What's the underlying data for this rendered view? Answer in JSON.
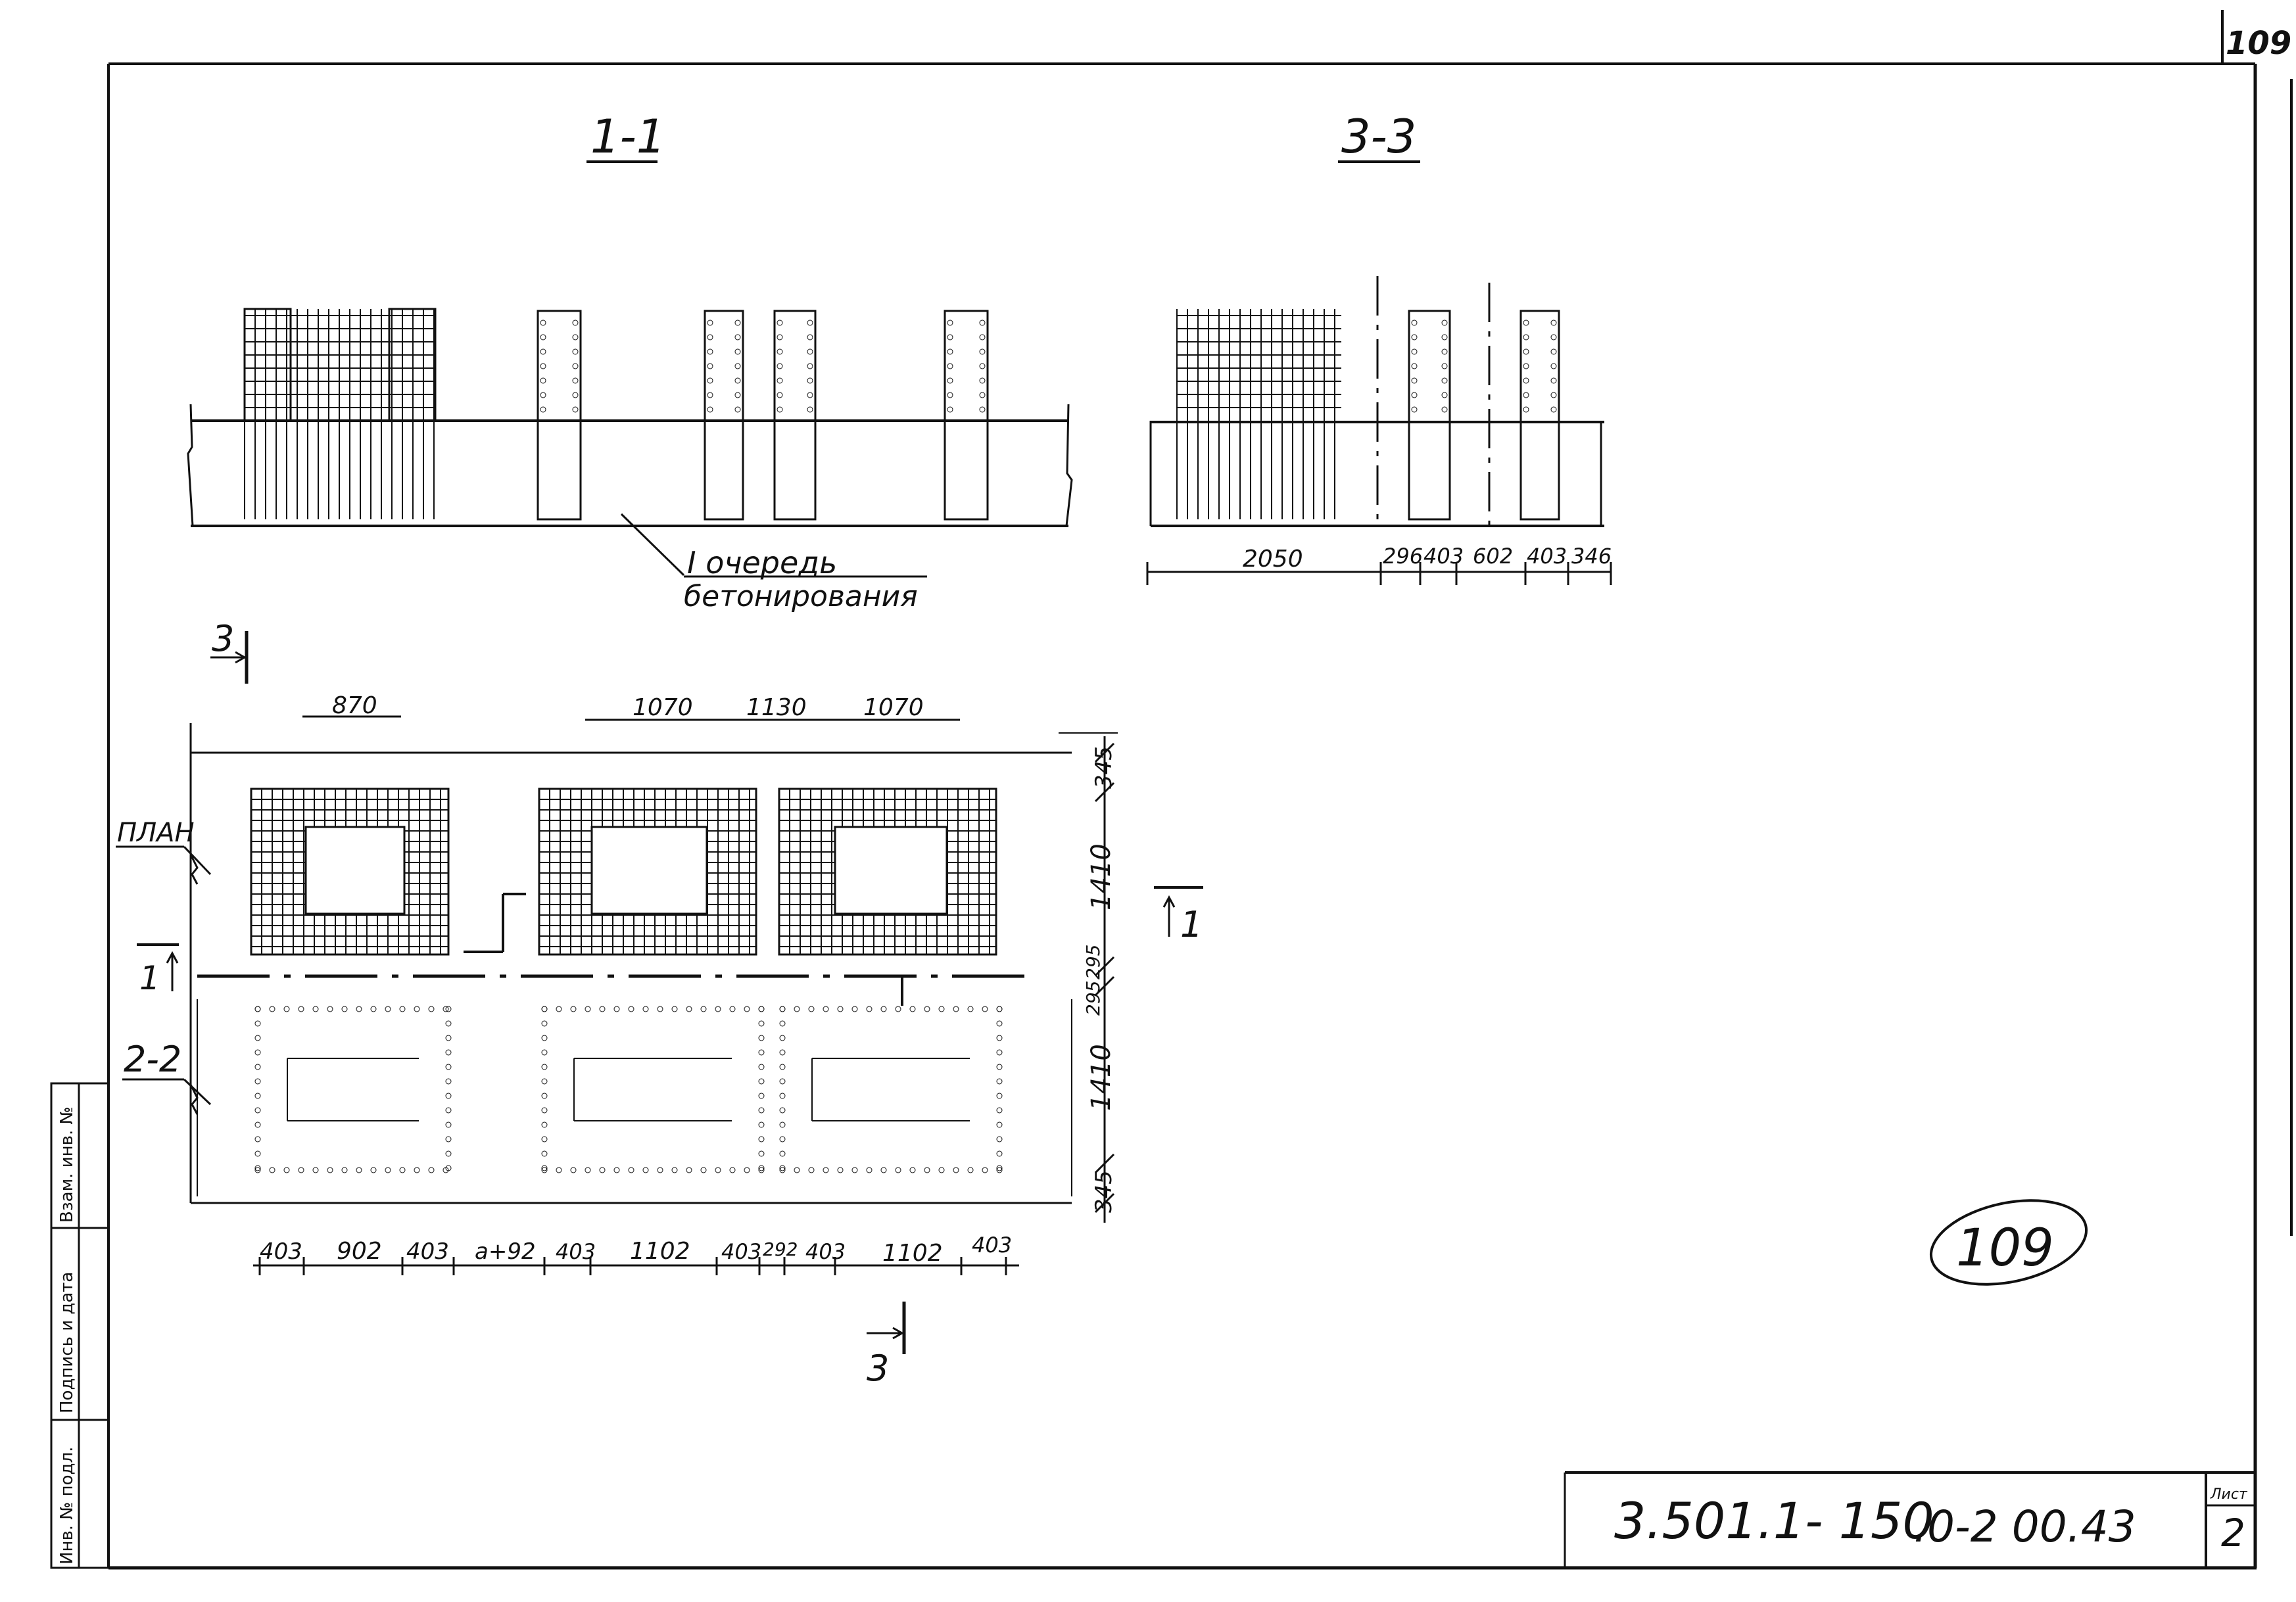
{
  "page_number": "109",
  "sections": {
    "s11": "1-1",
    "s33": "3-3",
    "s22": "2-2",
    "plan": "ПЛАН",
    "cut1_left": "1",
    "cut1_right": "1",
    "cut3_top": "3",
    "cut3_bottom": "3"
  },
  "note": {
    "line1": "I очередь",
    "line2": "бетонирования"
  },
  "dims_33": [
    "2050",
    "296",
    "403",
    "602",
    "403",
    "346"
  ],
  "dims_plan_top": [
    "870",
    "1070",
    "1130",
    "1070"
  ],
  "dims_plan_right": [
    "345",
    "1410",
    "295",
    "295",
    "1410",
    "345"
  ],
  "dims_plan_bottom": [
    "403",
    "902",
    "403",
    "a+92",
    "403",
    "1102",
    "403",
    "292",
    "403",
    "1102",
    "403"
  ],
  "side_stamp": [
    "Инв. № подл.",
    "Подпись и дата",
    "Взам. инв. №"
  ],
  "title_block": {
    "code": "3.501.1- 150",
    "suffix": ".0-2 00.43",
    "sheet_label": "Лист",
    "sheet_number": "2"
  },
  "handwritten_mark": "109"
}
